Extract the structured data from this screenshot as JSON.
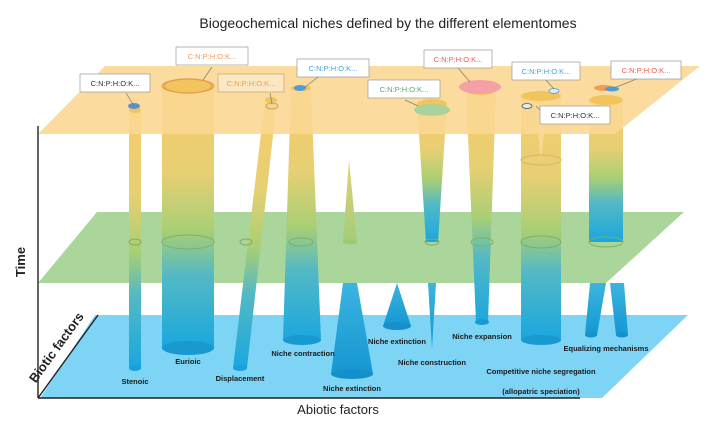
{
  "title": "Biogeochemical niches defined by the different elementomes",
  "axes": {
    "time": "Time",
    "biotic": "Biotic factors",
    "abiotic": "Abiotic factors"
  },
  "colors": {
    "top_plane": "#fbd893",
    "middle_plane": "#9cce8c",
    "bottom_plane": "#6fcff2",
    "tube_yellow": "#f5c868",
    "tube_green": "#a9cf74",
    "tube_blue": "#22a9dd",
    "tag_black": "#333333",
    "tag_orange": "#f29a5a",
    "tag_blue": "#4aa3d5",
    "tag_green": "#5aa86a",
    "tag_red": "#e8614f"
  },
  "elementome_tags": [
    {
      "text": "C:N:P:H:O:K...",
      "color": "black"
    },
    {
      "text": "C:N:P:H:O:K...",
      "color": "orange"
    },
    {
      "text": "C:N:P:H:O:K...",
      "color": "orange"
    },
    {
      "text": "C:N:P:H:O:K...",
      "color": "blue"
    },
    {
      "text": "C:N:P:H:O:K...",
      "color": "red"
    },
    {
      "text": "C:N:P:H:O:K...",
      "color": "green"
    },
    {
      "text": "C:N:P:H:O:K...",
      "color": "blue"
    },
    {
      "text": "C:N:P:H:O:K...",
      "color": "red"
    },
    {
      "text": "C:N:P:H:O:K...",
      "color": "black"
    }
  ],
  "niche_labels": [
    "Stenoic",
    "Eurioic",
    "Displacement",
    "Niche contraction",
    "Niche extinction",
    "Niche extinction",
    "Niche construction",
    "Niche expansion",
    "Competitive niche segregation",
    "(allopatric speciation)",
    "Equalizing mechanisms"
  ]
}
